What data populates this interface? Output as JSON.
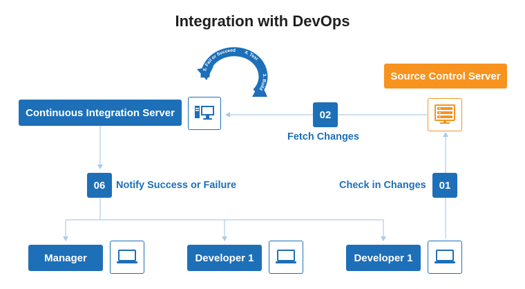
{
  "title": "Integration with DevOps",
  "nodes": {
    "ci_server": "Continuous Integration Server",
    "source_control": "Source Control Server",
    "manager": "Manager",
    "developer_a": "Developer 1",
    "developer_b": "Developer 1"
  },
  "steps": [
    {
      "number": "01",
      "label": "Check in Changes"
    },
    {
      "number": "02",
      "label": "Fetch Changes"
    },
    {
      "number": "06",
      "label": "Notify Success or Failure"
    }
  ],
  "cycle": {
    "labels": [
      "3. Build",
      "4. Test",
      "5. Fail or Succeed"
    ]
  },
  "colors": {
    "primary": "#1d6fb8",
    "accent": "#f7931e",
    "connector": "#bcd6ee"
  },
  "icons": {
    "ci_server": "desktop-computer-icon",
    "source_control": "server-rack-icon",
    "people": "laptop-icon"
  }
}
